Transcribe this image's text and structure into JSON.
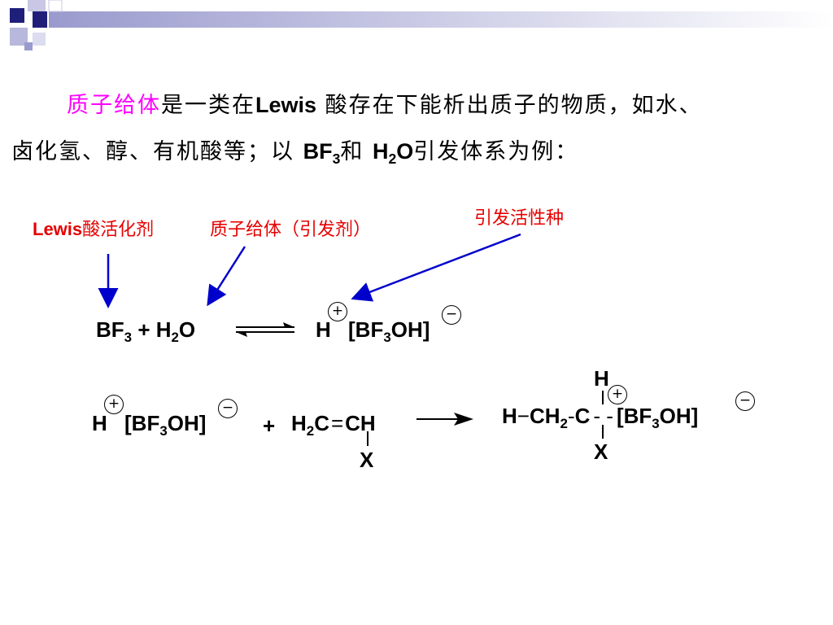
{
  "colors": {
    "highlight": "#ff00ff",
    "red": "#e60000",
    "arrow_blue": "#0000cc",
    "deco_navy": "#1f1f7a",
    "deco_lavender": "#9a9ace"
  },
  "paragraph": {
    "line1_highlight": "质子给体",
    "line1_a": "是一类在",
    "line1_lewis": "Lewis",
    "line1_b": " 酸存在下能析出质子的物质，如水、",
    "line2_a": "卤化氢、醇、有机酸等；以 ",
    "line2_bf": "BF",
    "line2_bf_sub": "3",
    "line2_and": "和 ",
    "line2_h": "H",
    "line2_h_sub": "2",
    "line2_o": "O",
    "line2_b": "引发体系为例："
  },
  "labels": {
    "lewis_latin": "Lewis",
    "lewis_rest": "酸活化剂",
    "proton_donor": "质子给体（引发剂）",
    "active_species": "引发活性种"
  },
  "eq1": {
    "bf": "BF",
    "bf_sub": "3",
    "plus": "+",
    "h": "H",
    "h_sub": "2",
    "o": "O",
    "prod_h": "H",
    "prod_left": "[BF",
    "prod_sub": "3",
    "prod_right": "OH]"
  },
  "eq2": {
    "h": "H",
    "left": "[BF",
    "sub": "3",
    "right": "OH]",
    "plus": "+",
    "h2c_h": "H",
    "h2c_sub": "2",
    "h2c_c": "C",
    "eq_sign": "=",
    "ch": "CH",
    "x": "X"
  },
  "eq3": {
    "h_left": "H",
    "dash": "−",
    "ch2": "CH",
    "ch2_sub": "2",
    "c": "C",
    "dots": "- -",
    "left": "[BF",
    "sub": "3",
    "right": "OH]",
    "h_top": "H",
    "x": "X"
  },
  "charges": {
    "plus": "+",
    "minus": "−"
  }
}
